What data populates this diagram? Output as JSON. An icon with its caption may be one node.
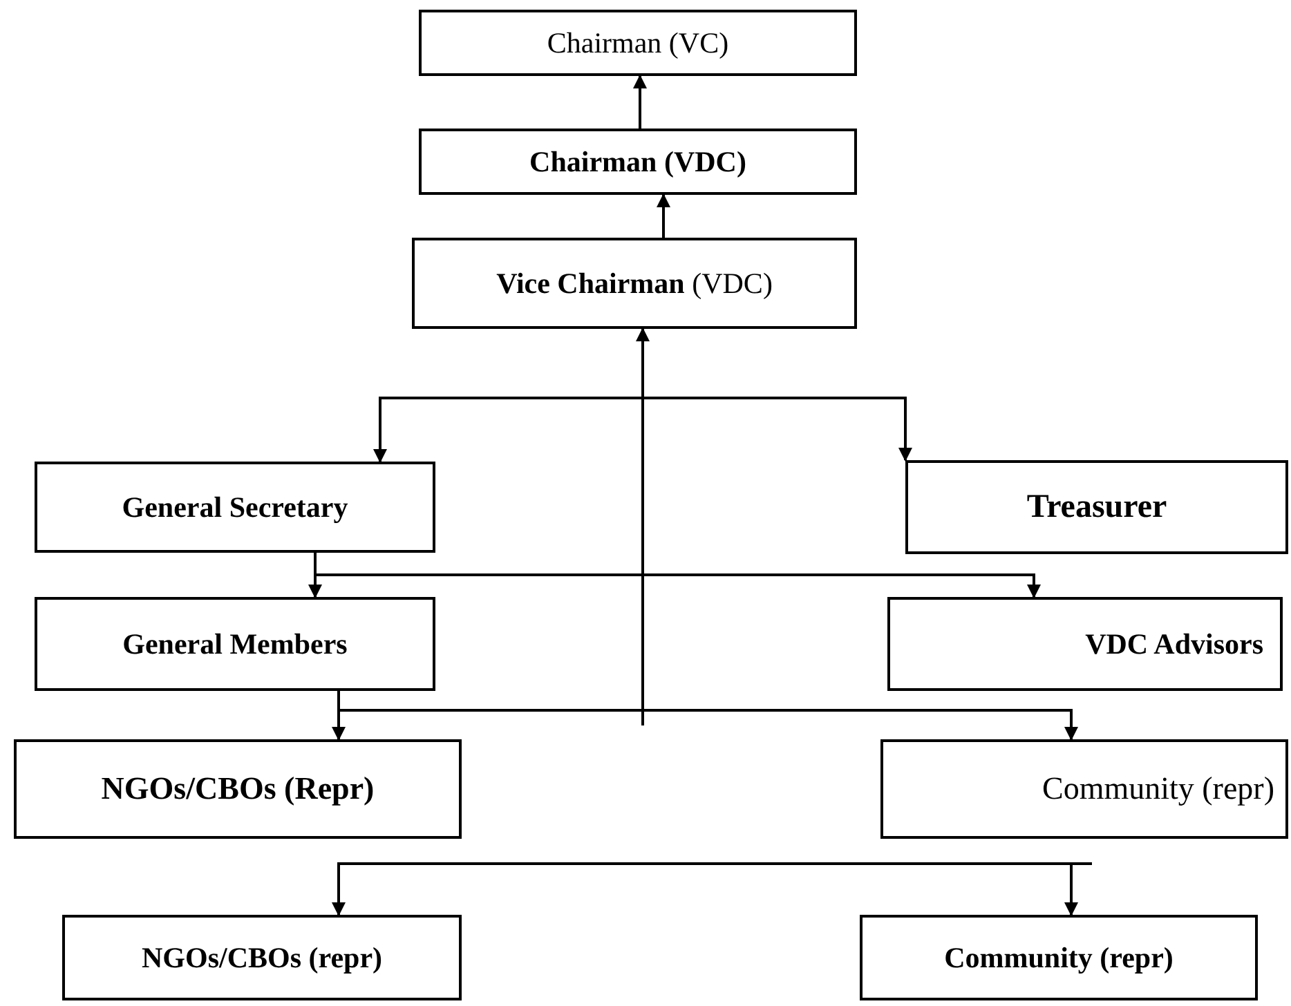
{
  "diagram": {
    "nodes": [
      {
        "text": [
          "Chairman (VC)"
        ]
      },
      {
        "text": [
          "Chairman (VDC)"
        ]
      },
      {
        "text": [
          "**Vice Chairman** (VDC)"
        ]
      },
      {
        "text": [
          "General Secretary"
        ]
      },
      {
        "text": [
          "Treasurer"
        ]
      },
      {
        "text": [
          "General Members"
        ]
      },
      {
        "text": [
          "VDC Advisors"
        ]
      },
      {
        "text": [
          "NGOs/CBOs (Repr)"
        ]
      },
      {
        "text": [
          "Community (repr)"
        ]
      },
      {
        "text": [
          "NGOs/CBOs (repr)"
        ]
      },
      {
        "text": [
          "Community (repr)"
        ]
      }
    ],
    "edges": [
      {
        "from": 1,
        "to": 0,
        "arrow": "to"
      },
      {
        "from": 2,
        "to": 1,
        "arrow": "to"
      },
      {
        "from": null,
        "to": 2,
        "arrow": "to"
      },
      {
        "from": null,
        "to": 3,
        "arrow": "to"
      },
      {
        "from": null,
        "to": 4,
        "arrow": "to"
      },
      {
        "from": 3,
        "to": 5,
        "arrow": "to"
      },
      {
        "from": 3,
        "to": 6,
        "arrow": "to"
      },
      {
        "from": 5,
        "to": 7,
        "arrow": "to"
      },
      {
        "from": 5,
        "to": 8,
        "arrow": "to"
      },
      {
        "from": null,
        "to": 9,
        "arrow": "to"
      },
      {
        "from": null,
        "to": 10,
        "arrow": "to"
      }
    ]
  }
}
